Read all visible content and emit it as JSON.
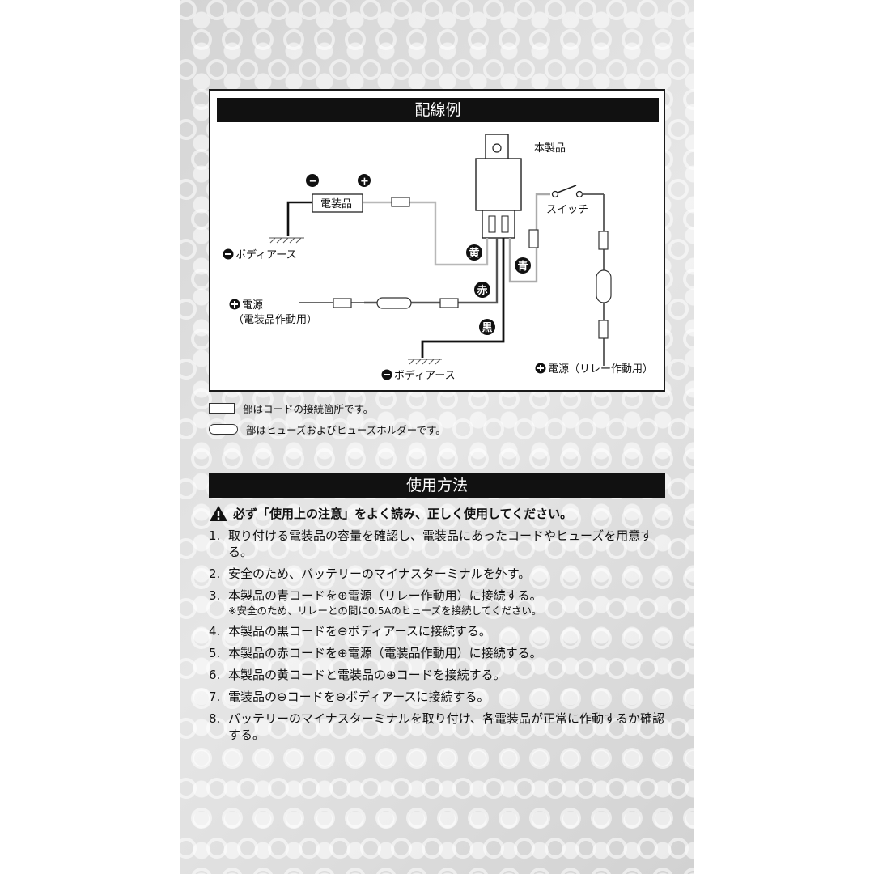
{
  "diagram": {
    "title": "配線例",
    "labels": {
      "product": "本製品",
      "device": "電装品",
      "minus_symbol": "−",
      "plus_symbol": "+",
      "body_earth_1": "ボディアース",
      "body_earth_2": "ボディアース",
      "switch": "スイッチ",
      "power_device": "電源",
      "power_device_sub": "（電装品作動用）",
      "power_relay": "電源（リレー作動用）"
    },
    "wire_colors": {
      "yellow": "黄",
      "blue": "青",
      "red": "赤",
      "black": "黒"
    }
  },
  "legend": {
    "connector": "部はコードの接続箇所です。",
    "fuse": "部はヒューズおよびヒューズホルダーです。"
  },
  "usage": {
    "title": "使用方法",
    "warning": "必ず「使用上の注意」をよく読み、正しく使用してください。",
    "steps": [
      {
        "num": "1.",
        "text": "取り付ける電装品の容量を確認し、電装品にあったコードやヒューズを用意する。"
      },
      {
        "num": "2.",
        "text": "安全のため、バッテリーのマイナスターミナルを外す。"
      },
      {
        "num": "3.",
        "text": "本製品の青コードを⊕電源（リレー作動用）に接続する。",
        "note": "※安全のため、リレーとの間に0.5Aのヒューズを接続してください。"
      },
      {
        "num": "4.",
        "text": "本製品の黒コードを⊖ボディアースに接続する。"
      },
      {
        "num": "5.",
        "text": "本製品の赤コードを⊕電源（電装品作動用）に接続する。"
      },
      {
        "num": "6.",
        "text": "本製品の黄コードと電装品の⊕コードを接続する。"
      },
      {
        "num": "7.",
        "text": "電装品の⊖コードを⊖ボディアースに接続する。"
      },
      {
        "num": "8.",
        "text": "バッテリーのマイナスターミナルを取り付け、各電装品が正常に作動するか確認する。"
      }
    ]
  },
  "colors": {
    "panel_bg": "#d8d8d8",
    "bar_bg": "#111111",
    "yellow_wire": "#b8b8b8",
    "blue_wire": "#aaaaaa",
    "red_wire": "#555555",
    "black_wire": "#111111"
  }
}
